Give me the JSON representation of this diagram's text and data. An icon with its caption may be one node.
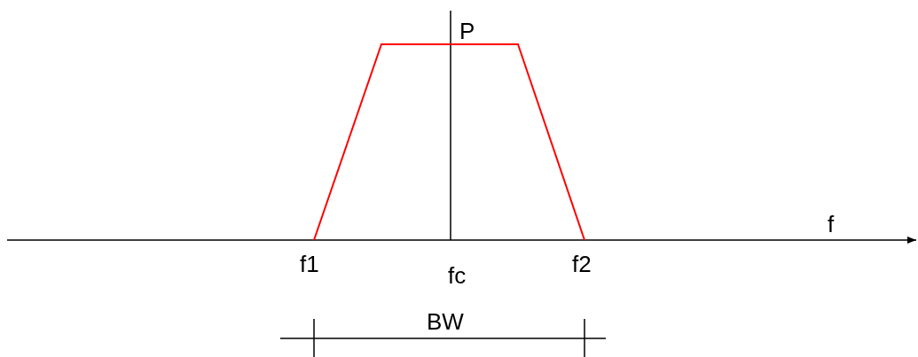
{
  "diagram": {
    "labels": [
      "P",
      "f",
      "f1",
      "fc",
      "f2",
      "BW"
    ]
  }
}
